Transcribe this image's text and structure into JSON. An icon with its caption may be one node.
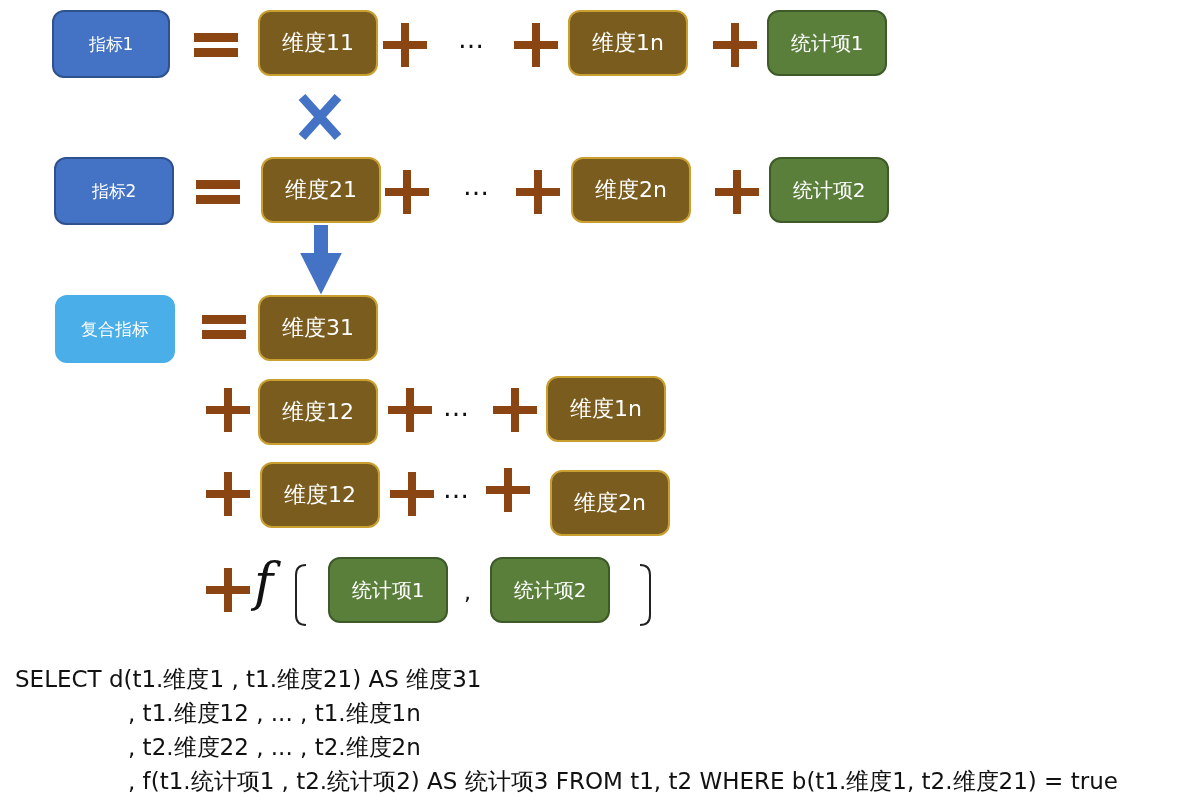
{
  "diagram": {
    "nodes": [
      {
        "text": [
          "指标1"
        ]
      },
      {
        "text": [
          "维度11"
        ]
      },
      {
        "text": [
          "维度1n"
        ]
      },
      {
        "text": [
          "统计项1"
        ]
      },
      {
        "text": [
          "指标2"
        ]
      },
      {
        "text": [
          "维度21"
        ]
      },
      {
        "text": [
          "维度2n"
        ]
      },
      {
        "text": [
          "统计项2"
        ]
      },
      {
        "text": [
          "复合指标"
        ]
      },
      {
        "text": [
          "维度31"
        ]
      },
      {
        "text": [
          "维度12"
        ]
      },
      {
        "text": [
          "维度1n"
        ]
      },
      {
        "text": [
          "维度12"
        ]
      },
      {
        "text": [
          "维度2n"
        ]
      },
      {
        "text": [
          "统计项1"
        ]
      },
      {
        "text": [
          "统计项2"
        ]
      }
    ],
    "edges": [
      {
        "from": 5,
        "to": 9,
        "arrow": "to"
      }
    ],
    "labels": [
      "…",
      "…",
      "…",
      "…",
      "f",
      ",",
      "SELECT d(t1.维度1 , t1.维度21) AS 维度31",
      ", t1.维度12 , ... , t1.维度1n",
      ", t2.维度22 , ... , t2.维度2n",
      ", f(t1.统计项1 , t2.统计项2) AS 统计项3 FROM t1, t2 WHERE b(t1.维度1, t2.维度21) = true"
    ]
  }
}
